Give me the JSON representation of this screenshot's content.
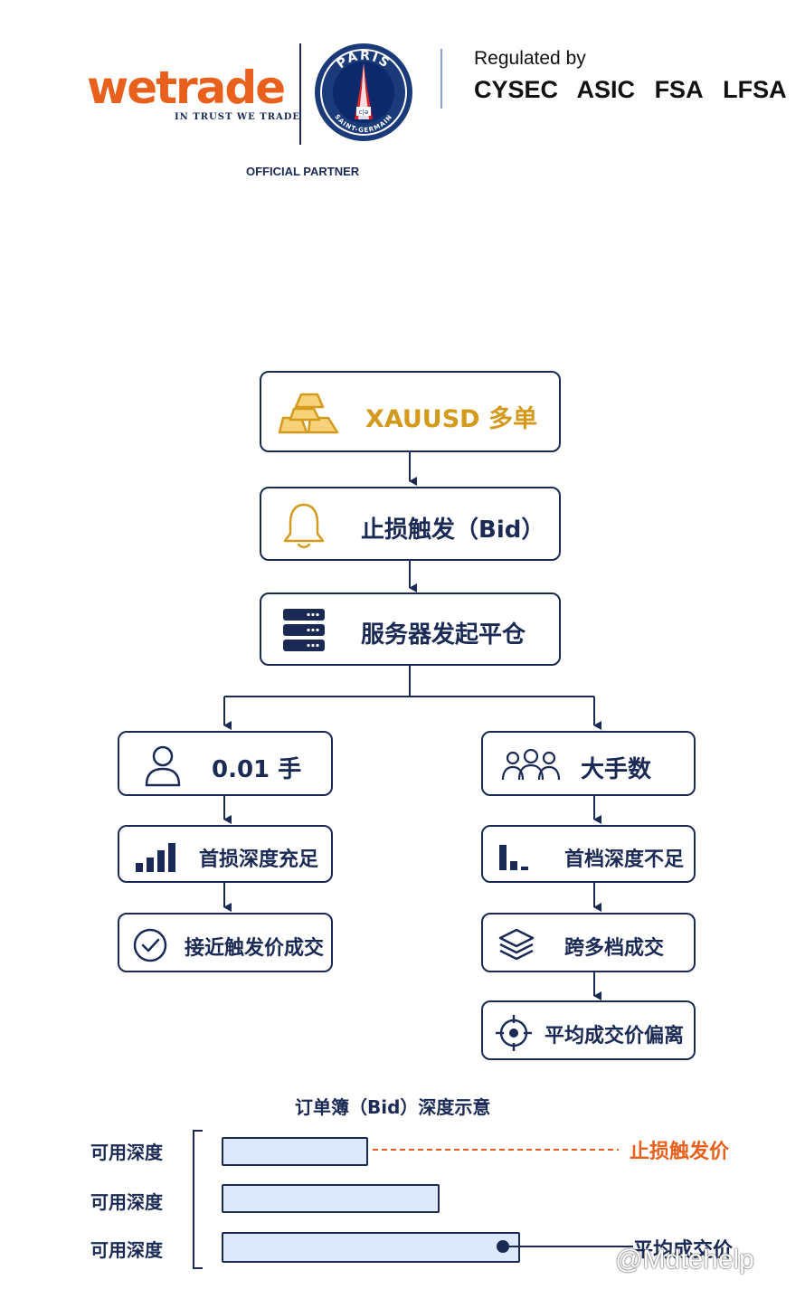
{
  "header": {
    "brand": "wetrade",
    "tagline": "IN TRUST WE TRADE",
    "crest_text_top": "PARIS",
    "crest_text_bottom": "SAINT-GERMAIN",
    "partner": "OFFICIAL PARTNER",
    "regulated_by": "Regulated by",
    "regulators": [
      "CYSEC",
      "ASIC",
      "FSA",
      "LFSA"
    ]
  },
  "flow": {
    "order": "XAUUSD 多单",
    "trigger": "止损触发（Bid）",
    "server": "服务器发起平仓",
    "left": {
      "size": "0.01 手",
      "depth": "首损深度充足",
      "result": "接近触发价成交"
    },
    "right": {
      "size": "大手数",
      "depth": "首档深度不足",
      "cross": "跨多档成交",
      "result": "平均成交价偏离"
    }
  },
  "orderbook": {
    "title": "订单簿（Bid）深度示意",
    "rows": [
      {
        "label": "可用深度",
        "depth": 0.49
      },
      {
        "label": "可用深度",
        "depth": 0.73
      },
      {
        "label": "可用深度",
        "depth": 1.0
      }
    ],
    "stop_price": "止损触发价",
    "avg_price": "平均成交价"
  },
  "watermark": "@Mdtehelp",
  "colors": {
    "navy": "#1b2a55",
    "orange": "#e8601c",
    "gold": "#d39a1c",
    "bar_fill": "#dce8fb"
  }
}
